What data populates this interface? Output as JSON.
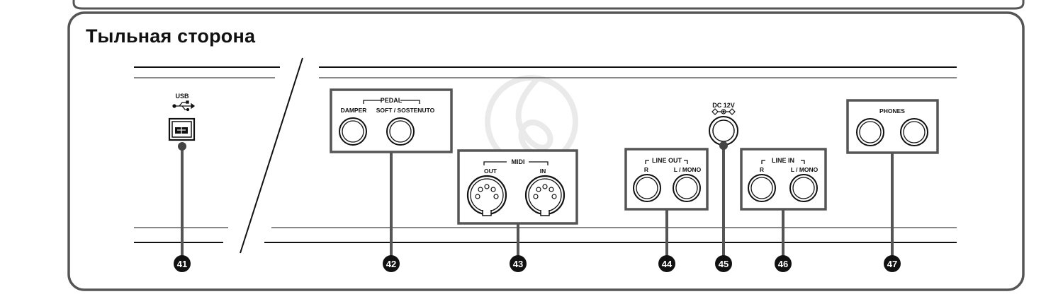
{
  "title": "Тыльная сторона",
  "watermark_icon": "treble-clef-icon",
  "usb": {
    "label": "USB",
    "icon": "usb-symbol-icon"
  },
  "pedal": {
    "group": "PEDAL",
    "damper": "DAMPER",
    "soft": "SOFT / SOSTENUTO"
  },
  "midi": {
    "group": "MIDI",
    "out": "OUT",
    "in": "IN"
  },
  "line_out": {
    "group": "LINE OUT",
    "r": "R",
    "l": "L / MONO"
  },
  "dc": {
    "label": "DC 12V",
    "icon": "dc-polarity-icon"
  },
  "line_in": {
    "group": "LINE IN",
    "r": "R",
    "l": "L / MONO"
  },
  "phones": {
    "label": "PHONES"
  },
  "callouts": [
    "41",
    "42",
    "43",
    "44",
    "45",
    "46",
    "47"
  ]
}
